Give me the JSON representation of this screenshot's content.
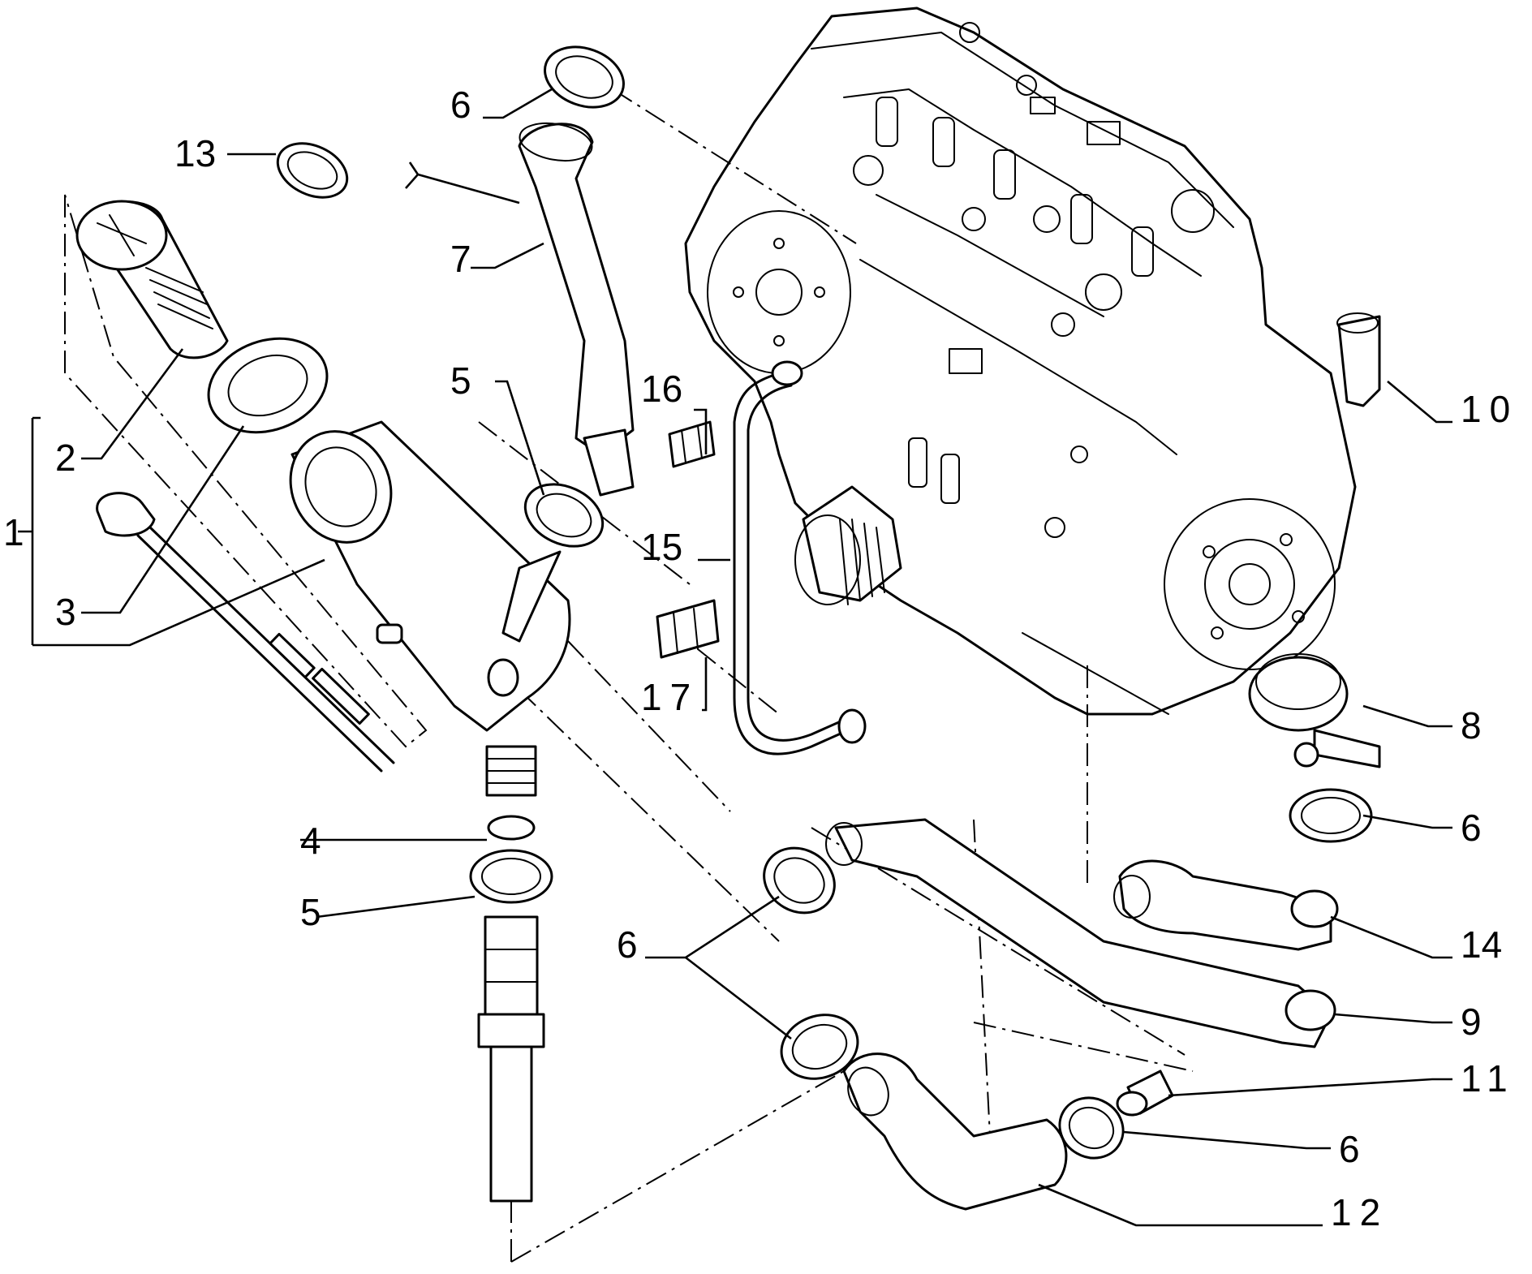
{
  "callouts": [
    {
      "id": "1",
      "text": "1"
    },
    {
      "id": "2",
      "text": "2"
    },
    {
      "id": "3",
      "text": "3"
    },
    {
      "id": "4",
      "text": "4"
    },
    {
      "id": "5a",
      "text": "5"
    },
    {
      "id": "5b",
      "text": "5"
    },
    {
      "id": "6a",
      "text": "6"
    },
    {
      "id": "6b",
      "text": "6"
    },
    {
      "id": "6c",
      "text": "6"
    },
    {
      "id": "6d",
      "text": "6"
    },
    {
      "id": "7",
      "text": "7"
    },
    {
      "id": "8",
      "text": "8"
    },
    {
      "id": "9",
      "text": "9"
    },
    {
      "id": "10",
      "text": "10"
    },
    {
      "id": "11",
      "text": "11"
    },
    {
      "id": "12",
      "text": "12"
    },
    {
      "id": "13",
      "text": "13"
    },
    {
      "id": "14",
      "text": "14"
    },
    {
      "id": "15",
      "text": "15"
    },
    {
      "id": "16",
      "text": "16"
    },
    {
      "id": "17",
      "text": "17"
    }
  ]
}
